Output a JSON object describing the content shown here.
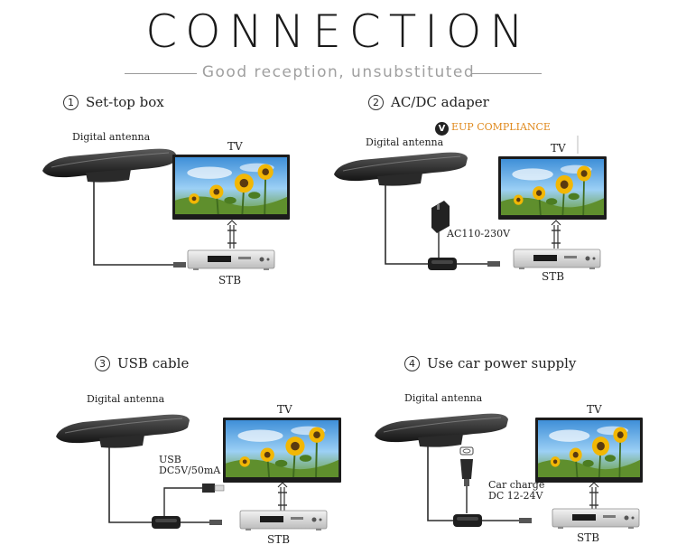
{
  "header": {
    "title": "CONNECTION",
    "subtitle": "Good reception, unsubstituted"
  },
  "sections": [
    {
      "number": "1",
      "title": "Set-top box",
      "antenna_label": "Digital antenna",
      "tv_label": "TV",
      "stb_label": "STB"
    },
    {
      "number": "2",
      "title": "AC/DC adaper",
      "badge_letter": "V",
      "compliance_label": "EUP COMPLIANCE",
      "antenna_label": "Digital antenna",
      "tv_label": "TV",
      "stb_label": "STB",
      "power_label": "AC110-230V"
    },
    {
      "number": "3",
      "title": "USB cable",
      "antenna_label": "Digital antenna",
      "tv_label": "TV",
      "stb_label": "STB",
      "usb_label_line1": "USB",
      "usb_label_line2": "DC5V/50mA"
    },
    {
      "number": "4",
      "title": "Use car power supply",
      "antenna_label": "Digital antenna",
      "tv_label": "TV",
      "stb_label": "STB",
      "car_label_line1": "Car charge",
      "car_label_line2": "DC 12-24V"
    }
  ],
  "colors": {
    "title": "#1a1a1a",
    "subtitle": "#a0a0a0",
    "compliance": "#e08a1e",
    "sky": "#5aa9e6",
    "sunflower": "#f2b705"
  },
  "icons": [
    "antenna-icon",
    "tv-icon",
    "stb-icon",
    "adapter-icon",
    "usb-plug-icon",
    "car-charger-icon"
  ]
}
